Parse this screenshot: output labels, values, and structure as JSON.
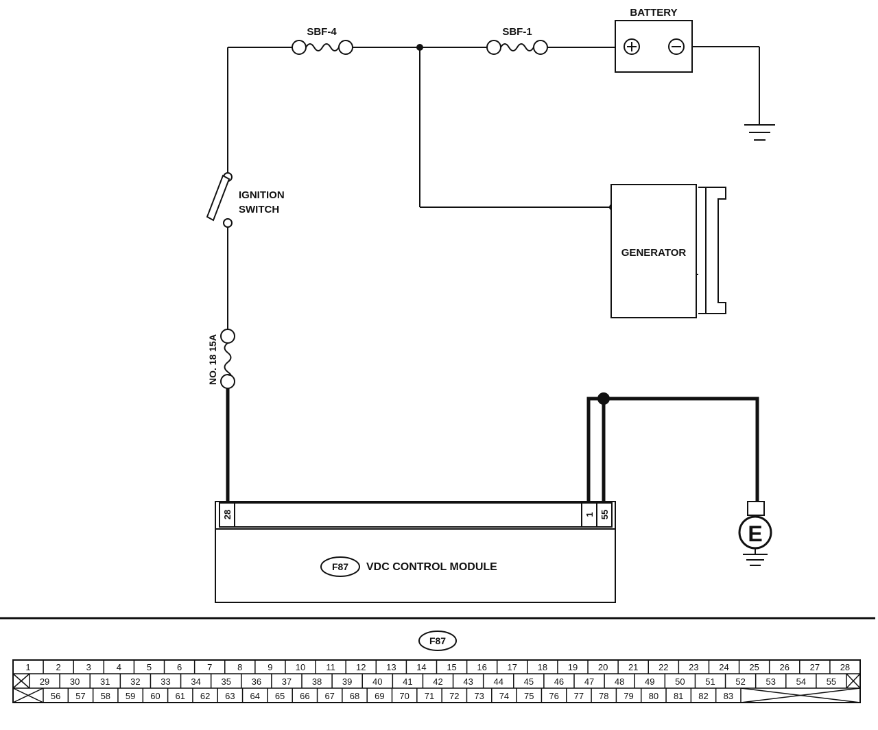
{
  "labels": {
    "battery": "BATTERY",
    "sbf4": "SBF-4",
    "sbf1": "SBF-1",
    "ignition_line1": "IGNITION",
    "ignition_line2": "SWITCH",
    "generator": "GENERATOR",
    "fuse18": "NO. 18 15A",
    "module_code": "F87",
    "module_name": "VDC CONTROL MODULE",
    "pin28": "28",
    "pin1": "1",
    "pin55": "55",
    "ground_e": "E",
    "connector_code": "F87"
  },
  "connector": {
    "row1": [
      "1",
      "2",
      "3",
      "4",
      "5",
      "6",
      "7",
      "8",
      "9",
      "10",
      "11",
      "12",
      "13",
      "14",
      "15",
      "16",
      "17",
      "18",
      "19",
      "20",
      "21",
      "22",
      "23",
      "24",
      "25",
      "26",
      "27",
      "28"
    ],
    "row2": [
      "29",
      "30",
      "31",
      "32",
      "33",
      "34",
      "35",
      "36",
      "37",
      "38",
      "39",
      "40",
      "41",
      "42",
      "43",
      "44",
      "45",
      "46",
      "47",
      "48",
      "49",
      "50",
      "51",
      "52",
      "53",
      "54",
      "55"
    ],
    "row3": [
      "56",
      "57",
      "58",
      "59",
      "60",
      "61",
      "62",
      "63",
      "64",
      "65",
      "66",
      "67",
      "68",
      "69",
      "70",
      "71",
      "72",
      "73",
      "74",
      "75",
      "76",
      "77",
      "78",
      "79",
      "80",
      "81",
      "82",
      "83"
    ]
  }
}
